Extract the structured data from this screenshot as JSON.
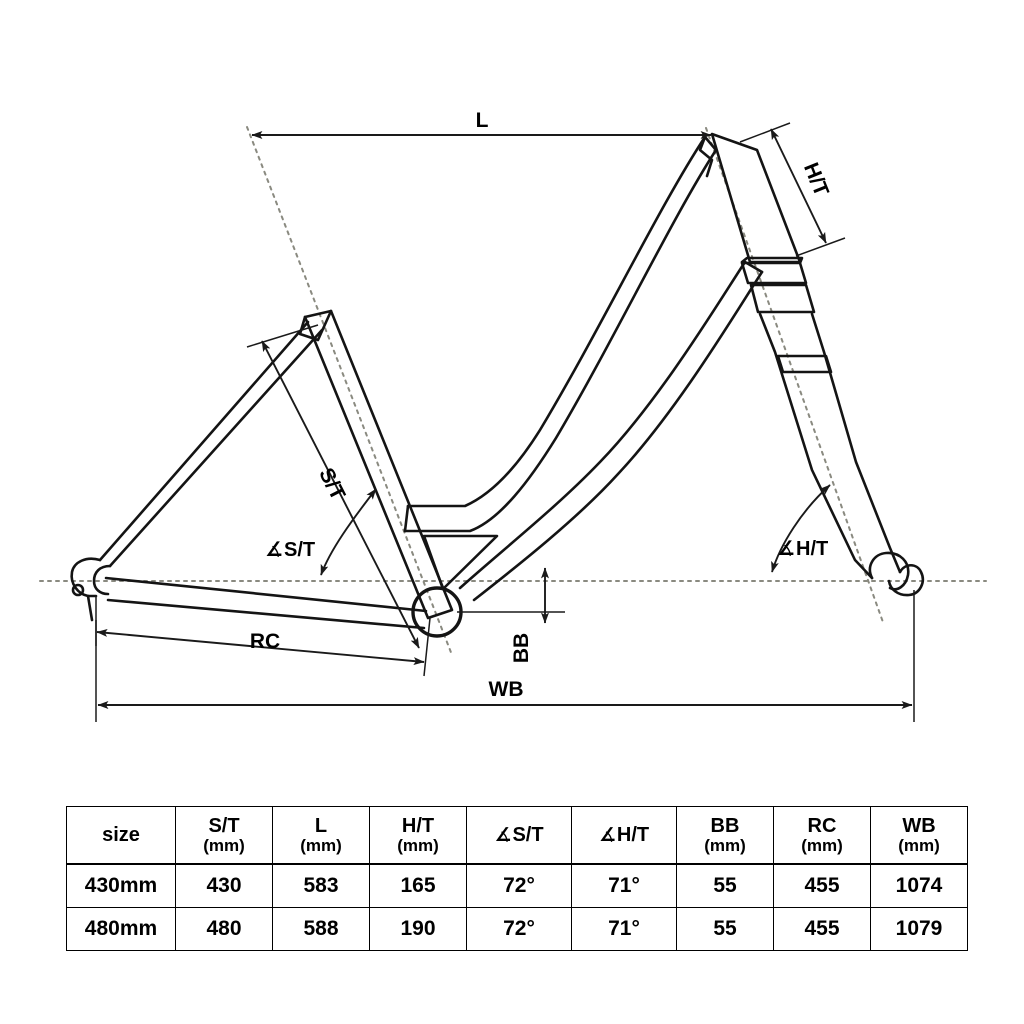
{
  "diagram": {
    "title": "bicycle frame geometry diagram",
    "labels": {
      "seat_tube": "S/T",
      "top_length": "L",
      "head_tube": "H/T",
      "seat_tube_angle": "S/T",
      "head_tube_angle": "H/T",
      "bottom_bracket_drop": "BB",
      "rear_center": "RC",
      "wheelbase": "WB",
      "angle_symbol": "∡"
    },
    "colors": {
      "line": "#1a1a1a",
      "dimension": "#333333",
      "centerline": "#7a7a72",
      "background": "#ffffff"
    }
  },
  "table": {
    "columns": [
      {
        "key": "size",
        "label": "size",
        "unit": ""
      },
      {
        "key": "st",
        "label": "S/T",
        "unit": "(mm)"
      },
      {
        "key": "l",
        "label": "L",
        "unit": "(mm)"
      },
      {
        "key": "ht",
        "label": "H/T",
        "unit": "(mm)"
      },
      {
        "key": "sta",
        "label": "S/T",
        "unit": "",
        "angle": true
      },
      {
        "key": "hta",
        "label": "H/T",
        "unit": "",
        "angle": true
      },
      {
        "key": "bb",
        "label": "BB",
        "unit": "(mm)"
      },
      {
        "key": "rc",
        "label": "RC",
        "unit": "(mm)"
      },
      {
        "key": "wb",
        "label": "WB",
        "unit": "(mm)"
      }
    ],
    "rows": [
      {
        "size": "430mm",
        "st": "430",
        "l": "583",
        "ht": "165",
        "sta": "72°",
        "hta": "71°",
        "bb": "55",
        "rc": "455",
        "wb": "1074"
      },
      {
        "size": "480mm",
        "st": "480",
        "l": "588",
        "ht": "190",
        "sta": "72°",
        "hta": "71°",
        "bb": "55",
        "rc": "455",
        "wb": "1079"
      }
    ]
  }
}
